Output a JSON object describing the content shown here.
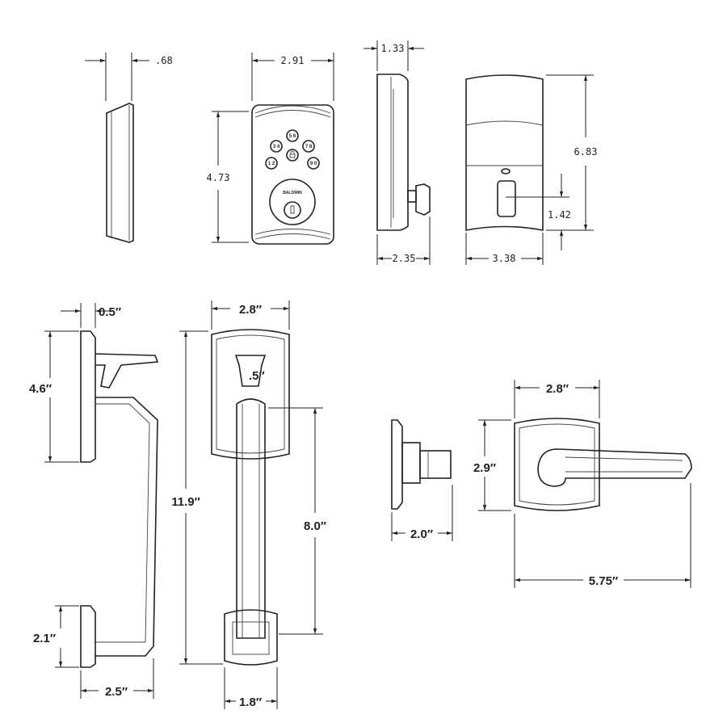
{
  "deadbolt": {
    "side_exterior_depth": ".68",
    "front_width": "2.91",
    "front_height": "4.73",
    "side_interior_depth": "1.33",
    "side_interior_turn_depth": "2.35",
    "interior_height": "6.83",
    "interior_turn_offset": "1.42",
    "interior_width": "3.38",
    "keypad": [
      "1 2",
      "3 4",
      "5 6",
      "7 8",
      "9 0"
    ],
    "brand": "BALDWIN"
  },
  "handleset": {
    "plate_depth": "0.5″",
    "top_plate_height": "4.6″",
    "bottom_plate_height": "2.1″",
    "projection": "2.5″",
    "plate_width": "2.8″",
    "thumb_width": ".5″",
    "overall_height": "11.9″",
    "grip_length": "8.0″",
    "bottom_width": "1.8″"
  },
  "lever": {
    "projection": "2.0″",
    "rose_width": "2.8″",
    "rose_height": "2.9″",
    "length": "5.75″"
  }
}
